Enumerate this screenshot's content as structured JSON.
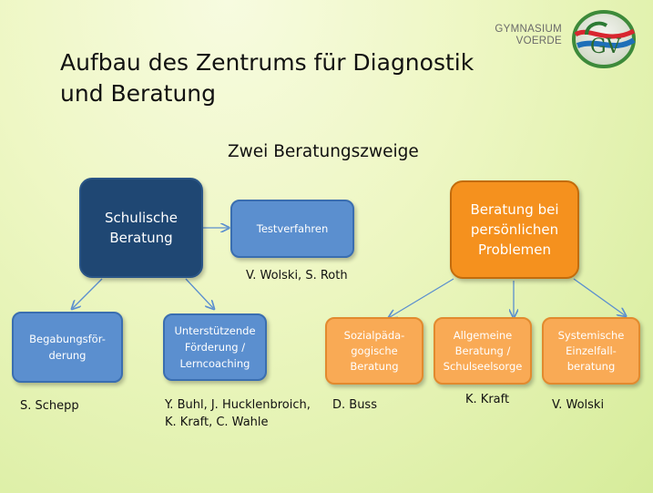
{
  "title": "Aufbau des Zentrums für Diagnostik\nund Beratung",
  "subtitle": "Zwei Beratungszweige",
  "logo": {
    "line1": "GYMNASIUM",
    "line2": "VOERDE",
    "emblem_letters": "GV"
  },
  "boxes": {
    "schulische": "Schulische\nBeratung",
    "testverfahren": "Testverfahren",
    "begabung": "Begabungsför-\nderung",
    "unterstuetzende": "Unterstützende\nFörderung /\nLerncoaching",
    "persoenlich": "Beratung bei\npersönlichen\nProblemen",
    "sozial": "Sozialpäda-\ngogische\nBeratung",
    "allgemeine": "Allgemeine\nBeratung /\nSchulseelsorge",
    "systemische": "Systemische\nEinzelfall-\nberatung"
  },
  "people": {
    "testverfahren": "V. Wolski, S. Roth",
    "begabung": "S. Schepp",
    "unterstuetzende": "Y. Buhl, J. Hucklenbroich,\nK. Kraft, C. Wahle",
    "sozial": "D. Buss",
    "allgemeine": "K. Kraft",
    "systemische": "V. Wolski"
  },
  "colors": {
    "dark_blue": "#1f4773",
    "mid_blue": "#5b8fcf",
    "orange": "#f5911e",
    "peach": "#f9aa55",
    "connector": "#5b8fcf"
  }
}
